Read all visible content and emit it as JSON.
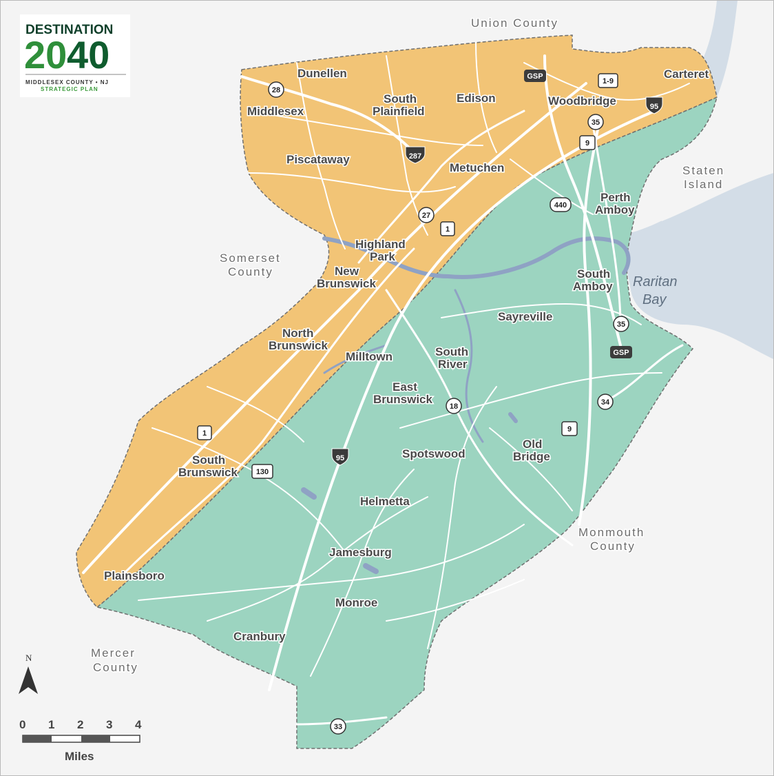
{
  "logo": {
    "title": "DESTINATION",
    "year_a": "20",
    "year_b": "40",
    "county_line": "MIDDLESEX COUNTY • NJ",
    "plan_line": "STRATEGIC PLAN"
  },
  "colors": {
    "orange_region": "#f2c476",
    "green_region": "#9cd4c0",
    "water": "#d3dde7",
    "river": "#8fa2c4",
    "road": "#ffffff",
    "background": "#f4f4f4",
    "logo_green": "#2f8f3a",
    "logo_dark_green": "#0f5c2e"
  },
  "counties": {
    "union": "Union County",
    "somerset_1": "Somerset",
    "somerset_2": "County",
    "monmouth_1": "Monmouth",
    "monmouth_2": "County",
    "mercer_1": "Mercer",
    "mercer_2": "County",
    "staten_1": "Staten",
    "staten_2": "Island"
  },
  "water_labels": {
    "raritan_1": "Raritan",
    "raritan_2": "Bay"
  },
  "towns": {
    "dunellen": "Dunellen",
    "middlesex": "Middlesex",
    "south_plainfield_1": "South",
    "south_plainfield_2": "Plainfield",
    "edison": "Edison",
    "woodbridge": "Woodbridge",
    "carteret": "Carteret",
    "piscataway": "Piscataway",
    "metuchen": "Metuchen",
    "perth_amboy_1": "Perth",
    "perth_amboy_2": "Amboy",
    "highland_park_1": "Highland",
    "highland_park_2": "Park",
    "new_brunswick_1": "New",
    "new_brunswick_2": "Brunswick",
    "south_amboy_1": "South",
    "south_amboy_2": "Amboy",
    "sayreville": "Sayreville",
    "north_brunswick_1": "North",
    "north_brunswick_2": "Brunswick",
    "milltown": "Milltown",
    "south_river_1": "South",
    "south_river_2": "River",
    "east_brunswick_1": "East",
    "east_brunswick_2": "Brunswick",
    "spotswood": "Spotswood",
    "old_bridge_1": "Old",
    "old_bridge_2": "Bridge",
    "south_brunswick_1": "South",
    "south_brunswick_2": "Brunswick",
    "helmetta": "Helmetta",
    "jamesburg": "Jamesburg",
    "plainsboro": "Plainsboro",
    "monroe": "Monroe",
    "cranbury": "Cranbury"
  },
  "shields": {
    "gsp_north": "GSP",
    "us_1_9": "1-9",
    "i95_north": "95",
    "nj28": "28",
    "nj35_north": "35",
    "us9_north": "9",
    "i287": "287",
    "nj440": "440",
    "nj27": "27",
    "us1_north": "1",
    "nj35_south": "35",
    "gsp_south": "GSP",
    "nj18": "18",
    "nj34": "34",
    "us9_south": "9",
    "us1_south": "1",
    "i95_south": "95",
    "us130": "130",
    "nj33": "33"
  },
  "north_arrow": {
    "label": "N"
  },
  "scale_bar": {
    "ticks": [
      "0",
      "1",
      "2",
      "3",
      "4"
    ],
    "unit": "Miles"
  }
}
